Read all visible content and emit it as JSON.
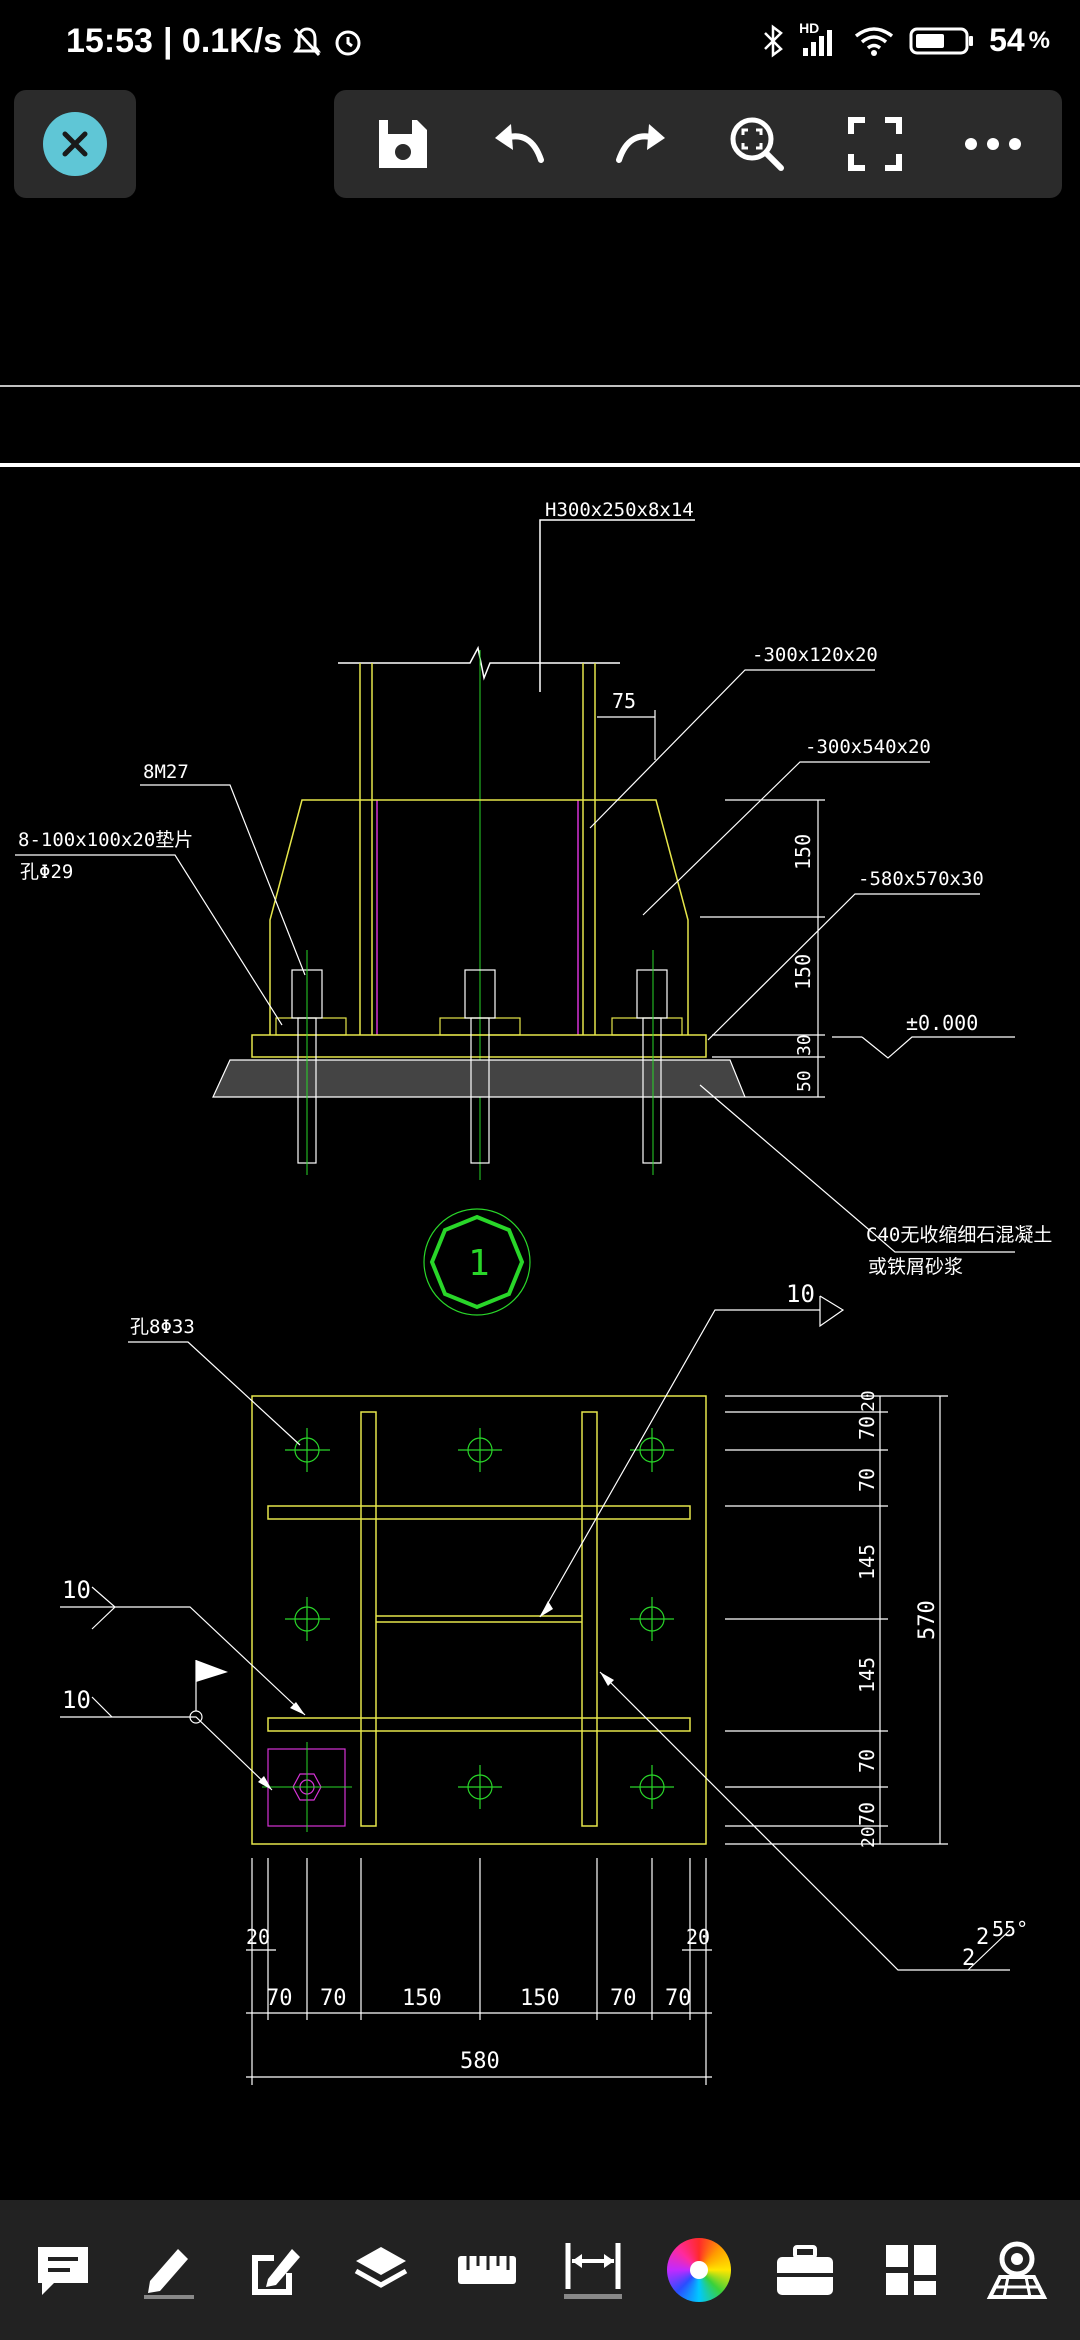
{
  "status": {
    "time": "15:53",
    "speed": "| 0.1K/s",
    "network_badge": "HD",
    "battery": "54",
    "battery_unit": "%"
  },
  "icons": {
    "close": "close-icon",
    "toolbar": [
      "save-icon",
      "undo-icon",
      "redo-icon",
      "zoom-extents-icon",
      "fullscreen-icon",
      "more-icon"
    ],
    "bottom": [
      "comment-icon",
      "draw-icon",
      "edit-icon",
      "layers-icon",
      "measure-icon",
      "dimension-icon",
      "color-wheel-icon",
      "toolbox-icon",
      "layout-icon",
      "view-3d-icon"
    ]
  },
  "drawing": {
    "column_section": "H300x250x8x14",
    "plate_top": "-300x120x20",
    "dim_75": "75",
    "plate_stiffener": "-300x540x20",
    "base_plate": "-580x570x30",
    "anchor_bolts": "8M27",
    "washer": "8-100x100x20垫片",
    "washer_hole": "孔Φ29",
    "elev_150a": "150",
    "elev_150b": "150",
    "elev_30": "30",
    "elev_50": "50",
    "level": "±0.000",
    "grout_1": "C40无收缩细石混凝土",
    "grout_2": "或铁屑砂浆",
    "detail_number": "1",
    "plate_hole": "孔8Φ33",
    "weld_10a": "10",
    "weld_10b": "10",
    "weld_10c": "10",
    "right_dims": [
      "20",
      "70",
      "70",
      "145",
      "145",
      "70",
      "70",
      "20"
    ],
    "total_height": "570",
    "bottom_dim_20a": "20",
    "bottom_dim_20b": "20",
    "bottom_dims": [
      "70",
      "70",
      "150",
      "150",
      "70",
      "70"
    ],
    "total_width": "580",
    "weld_2": "2",
    "weld_angle": "55°"
  },
  "colors": {
    "accent_close": "#5fc6d6",
    "cad_yellow": "#e6e64a",
    "cad_green": "#29d629",
    "cad_white": "#ffffff",
    "cad_magenta": "#d633d6"
  }
}
